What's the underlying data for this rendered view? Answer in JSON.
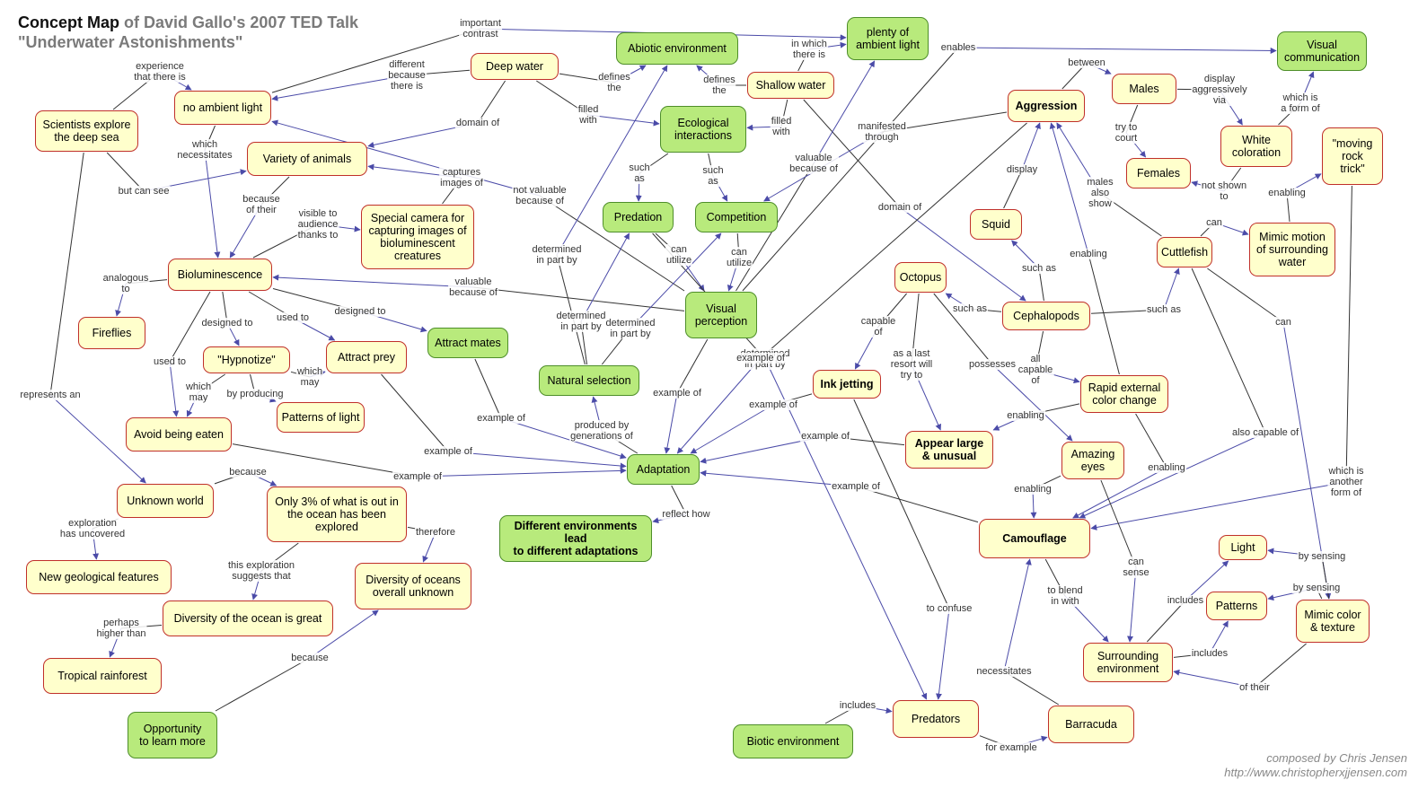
{
  "title": {
    "main": "Concept Map",
    "rest": " of David Gallo's 2007 TED Talk",
    "line2": "\"Underwater Astonishments\""
  },
  "credit": {
    "line1": "composed by Chris Jensen",
    "line2": "http://www.christopherxjjensen.com"
  },
  "colors": {
    "yellow_fill": "#ffffcc",
    "yellow_border": "#c0302a",
    "green_fill": "#b8ea7c",
    "green_border": "#4e8e2a",
    "line": "#333333",
    "arrow": "#4b4ba8"
  },
  "nodes": [
    {
      "id": "deepwater",
      "label": "Deep water",
      "style": "y"
    },
    {
      "id": "abiotic",
      "label": "Abiotic environment",
      "style": "g"
    },
    {
      "id": "plenty",
      "label": "plenty of\nambient light",
      "style": "g"
    },
    {
      "id": "shallow",
      "label": "Shallow water",
      "style": "y"
    },
    {
      "id": "visualcomm",
      "label": "Visual\ncommunication",
      "style": "g"
    },
    {
      "id": "noambient",
      "label": "no ambient light",
      "style": "y"
    },
    {
      "id": "scientists",
      "label": "Scientists explore\nthe deep sea",
      "style": "y"
    },
    {
      "id": "variety",
      "label": "Variety of animals",
      "style": "y"
    },
    {
      "id": "ecological",
      "label": "Ecological\ninteractions",
      "style": "g"
    },
    {
      "id": "aggression",
      "label": "Aggression",
      "style": "y",
      "bold": true
    },
    {
      "id": "males",
      "label": "Males",
      "style": "y"
    },
    {
      "id": "white",
      "label": "White\ncoloration",
      "style": "y"
    },
    {
      "id": "moving",
      "label": "\"moving\nrock\ntrick\"",
      "style": "y"
    },
    {
      "id": "females",
      "label": "Females",
      "style": "y"
    },
    {
      "id": "camera",
      "label": "Special camera for\ncapturing images of\nbioluminescent\ncreatures",
      "style": "y"
    },
    {
      "id": "predation",
      "label": "Predation",
      "style": "g"
    },
    {
      "id": "competition",
      "label": "Competition",
      "style": "g"
    },
    {
      "id": "squid",
      "label": "Squid",
      "style": "y"
    },
    {
      "id": "cuttlefish",
      "label": "Cuttlefish",
      "style": "y"
    },
    {
      "id": "mimicmotion",
      "label": "Mimic motion\nof surrounding\nwater",
      "style": "y"
    },
    {
      "id": "biolum",
      "label": "Bioluminescence",
      "style": "y"
    },
    {
      "id": "octopus",
      "label": "Octopus",
      "style": "y"
    },
    {
      "id": "fireflies",
      "label": "Fireflies",
      "style": "y"
    },
    {
      "id": "visualperc",
      "label": "Visual\nperception",
      "style": "g"
    },
    {
      "id": "cephalopods",
      "label": "Cephalopods",
      "style": "y"
    },
    {
      "id": "hypnotize",
      "label": "\"Hypnotize\"",
      "style": "y"
    },
    {
      "id": "attractprey",
      "label": "Attract prey",
      "style": "y"
    },
    {
      "id": "attractmates",
      "label": "Attract mates",
      "style": "g"
    },
    {
      "id": "natsel",
      "label": "Natural selection",
      "style": "g"
    },
    {
      "id": "inkjet",
      "label": "Ink jetting",
      "style": "y",
      "bold": true
    },
    {
      "id": "rapid",
      "label": "Rapid external\ncolor change",
      "style": "y"
    },
    {
      "id": "patterns",
      "label": "Patterns of light",
      "style": "y"
    },
    {
      "id": "avoid",
      "label": "Avoid being eaten",
      "style": "y"
    },
    {
      "id": "appear",
      "label": "Appear large\n& unusual",
      "style": "y",
      "bold": true
    },
    {
      "id": "amazingeyes",
      "label": "Amazing\neyes",
      "style": "y"
    },
    {
      "id": "adaptation",
      "label": "Adaptation",
      "style": "g"
    },
    {
      "id": "unknown",
      "label": "Unknown world",
      "style": "y"
    },
    {
      "id": "only3",
      "label": "Only 3% of what is out in\nthe ocean has been\nexplored",
      "style": "y"
    },
    {
      "id": "different",
      "label": "Different environments lead\nto different adaptations",
      "style": "g",
      "bold": true
    },
    {
      "id": "camouflage",
      "label": "Camouflage",
      "style": "y",
      "bold": true
    },
    {
      "id": "light",
      "label": "Light",
      "style": "y"
    },
    {
      "id": "newgeo",
      "label": "New geological features",
      "style": "y"
    },
    {
      "id": "diversityunk",
      "label": "Diversity of oceans\noverall unknown",
      "style": "y"
    },
    {
      "id": "patternsn",
      "label": "Patterns",
      "style": "y"
    },
    {
      "id": "mimiccolor",
      "label": "Mimic color\n& texture",
      "style": "y"
    },
    {
      "id": "diversitygreat",
      "label": "Diversity of the ocean is great",
      "style": "y"
    },
    {
      "id": "surrounding",
      "label": "Surrounding\nenvironment",
      "style": "y"
    },
    {
      "id": "tropical",
      "label": "Tropical rainforest",
      "style": "y"
    },
    {
      "id": "predators",
      "label": "Predators",
      "style": "y"
    },
    {
      "id": "barracuda",
      "label": "Barracuda",
      "style": "y"
    },
    {
      "id": "opportunity",
      "label": "Opportunity\nto learn more",
      "style": "g"
    },
    {
      "id": "biotic",
      "label": "Biotic environment",
      "style": "g"
    }
  ],
  "links": [
    {
      "from": "scientists",
      "to": "noambient",
      "label": "experience\nthat there is"
    },
    {
      "from": "scientists",
      "to": "variety",
      "label": "but can see"
    },
    {
      "from": "scientists",
      "to": "unknown",
      "label": "represents an"
    },
    {
      "from": "deepwater",
      "to": "noambient",
      "label": "different\nbecause\nthere is"
    },
    {
      "from": "deepwater",
      "to": "abiotic",
      "label": "defines\nthe"
    },
    {
      "from": "deepwater",
      "to": "ecological",
      "label": "filled\nwith"
    },
    {
      "from": "deepwater",
      "to": "variety",
      "label": "domain of"
    },
    {
      "from": "noambient",
      "to": "plenty",
      "label": "important\ncontrast"
    },
    {
      "from": "noambient",
      "to": "biolum",
      "label": "which\nnecessitates"
    },
    {
      "from": "shallow",
      "to": "plenty",
      "label": "in which\nthere is"
    },
    {
      "from": "shallow",
      "to": "abiotic",
      "label": "defines\nthe"
    },
    {
      "from": "shallow",
      "to": "ecological",
      "label": "filled\nwith"
    },
    {
      "from": "shallow",
      "to": "cephalopods",
      "label": "domain of"
    },
    {
      "from": "camera",
      "to": "variety",
      "label": "captures\nimages of"
    },
    {
      "from": "variety",
      "to": "biolum",
      "label": "because\nof their"
    },
    {
      "from": "biolum",
      "to": "camera",
      "label": "visible to\naudience\nthanks to"
    },
    {
      "from": "biolum",
      "to": "fireflies",
      "label": "analogous\nto"
    },
    {
      "from": "biolum",
      "to": "hypnotize",
      "label": "designed to"
    },
    {
      "from": "biolum",
      "to": "attractprey",
      "label": "used to"
    },
    {
      "from": "biolum",
      "to": "attractmates",
      "label": "designed to"
    },
    {
      "from": "biolum",
      "to": "avoid",
      "label": "used to"
    },
    {
      "from": "hypnotize",
      "to": "attractprey",
      "label": "which\nmay"
    },
    {
      "from": "hypnotize",
      "to": "avoid",
      "label": "which\nmay"
    },
    {
      "from": "hypnotize",
      "to": "patterns",
      "label": "by producing"
    },
    {
      "from": "ecological",
      "to": "predation",
      "label": "such\nas"
    },
    {
      "from": "ecological",
      "to": "competition",
      "label": "such\nas"
    },
    {
      "from": "predation",
      "to": "visualperc",
      "label": "can\nutilize"
    },
    {
      "from": "competition",
      "to": "visualperc",
      "label": "can\nutilize"
    },
    {
      "from": "predation",
      "to": "predators",
      "label": "determined\nin part by"
    },
    {
      "from": "visualperc",
      "to": "noambient",
      "label": "not valuable\nbecause of"
    },
    {
      "from": "visualperc",
      "to": "plenty",
      "label": "valuable\nbecause of"
    },
    {
      "from": "visualperc",
      "to": "biolum",
      "label": "valuable\nbecause of"
    },
    {
      "from": "visualperc",
      "to": "visualcomm",
      "label": "enables"
    },
    {
      "from": "visualperc",
      "to": "adaptation",
      "label": "example of"
    },
    {
      "from": "natsel",
      "to": "abiotic",
      "label": "determined\nin part by"
    },
    {
      "from": "natsel",
      "to": "predation",
      "label": "determined\nin part by"
    },
    {
      "from": "natsel",
      "to": "competition",
      "label": "determined\nin part by"
    },
    {
      "from": "adaptation",
      "to": "natsel",
      "label": "produced by\ngenerations of"
    },
    {
      "from": "adaptation",
      "to": "different",
      "label": "reflect how"
    },
    {
      "from": "attractmates",
      "to": "adaptation",
      "label": "example of"
    },
    {
      "from": "attractprey",
      "to": "adaptation",
      "label": "example of"
    },
    {
      "from": "avoid",
      "to": "adaptation",
      "label": "example of"
    },
    {
      "from": "inkjet",
      "to": "adaptation",
      "label": "example of"
    },
    {
      "from": "appear",
      "to": "adaptation",
      "label": "example of"
    },
    {
      "from": "camouflage",
      "to": "adaptation",
      "label": "example of"
    },
    {
      "from": "aggression",
      "to": "adaptation",
      "label": "example of"
    },
    {
      "from": "aggression",
      "to": "competition",
      "label": "manifested\nthrough"
    },
    {
      "from": "aggression",
      "to": "males",
      "label": "between"
    },
    {
      "from": "squid",
      "to": "aggression",
      "label": "display"
    },
    {
      "from": "cuttlefish",
      "to": "aggression",
      "label": "males\nalso\nshow"
    },
    {
      "from": "rapid",
      "to": "aggression",
      "label": "enabling"
    },
    {
      "from": "males",
      "to": "white",
      "label": "display\naggressively\nvia"
    },
    {
      "from": "males",
      "to": "females",
      "label": "try to\ncourt"
    },
    {
      "from": "white",
      "to": "visualcomm",
      "label": "which is\na form of"
    },
    {
      "from": "white",
      "to": "females",
      "label": "not shown\nto"
    },
    {
      "from": "mimicmotion",
      "to": "moving",
      "label": "enabling"
    },
    {
      "from": "cuttlefish",
      "to": "mimicmotion",
      "label": "can"
    },
    {
      "from": "cuttlefish",
      "to": "mimiccolor",
      "label": "can"
    },
    {
      "from": "cuttlefish",
      "to": "camouflage",
      "label": "also capable of"
    },
    {
      "from": "moving",
      "to": "camouflage",
      "label": "which is\nanother\nform of"
    },
    {
      "from": "cephalopods",
      "to": "squid",
      "label": "such as"
    },
    {
      "from": "cephalopods",
      "to": "octopus",
      "label": "such as"
    },
    {
      "from": "cephalopods",
      "to": "cuttlefish",
      "label": "such as"
    },
    {
      "from": "cephalopods",
      "to": "rapid",
      "label": "all\ncapable\nof"
    },
    {
      "from": "octopus",
      "to": "inkjet",
      "label": "capable\nof"
    },
    {
      "from": "octopus",
      "to": "appear",
      "label": "as a last\nresort will\ntry to"
    },
    {
      "from": "octopus",
      "to": "amazingeyes",
      "label": "possesses"
    },
    {
      "from": "rapid",
      "to": "appear",
      "label": "enabling"
    },
    {
      "from": "rapid",
      "to": "camouflage",
      "label": "enabling"
    },
    {
      "from": "amazingeyes",
      "to": "camouflage",
      "label": "enabling"
    },
    {
      "from": "amazingeyes",
      "to": "surrounding",
      "label": "can\nsense"
    },
    {
      "from": "inkjet",
      "to": "predators",
      "label": "to confuse"
    },
    {
      "from": "camouflage",
      "to": "surrounding",
      "label": "to blend\nin with"
    },
    {
      "from": "surrounding",
      "to": "light",
      "label": "includes"
    },
    {
      "from": "surrounding",
      "to": "patternsn",
      "label": "includes"
    },
    {
      "from": "mimiccolor",
      "to": "light",
      "label": "by sensing"
    },
    {
      "from": "mimiccolor",
      "to": "patternsn",
      "label": "by sensing"
    },
    {
      "from": "mimiccolor",
      "to": "surrounding",
      "label": "of their"
    },
    {
      "from": "barracuda",
      "to": "camouflage",
      "label": "necessitates"
    },
    {
      "from": "biotic",
      "to": "predators",
      "label": "includes"
    },
    {
      "from": "predators",
      "to": "barracuda",
      "label": "for example"
    },
    {
      "from": "unknown",
      "to": "only3",
      "label": "because"
    },
    {
      "from": "unknown",
      "to": "newgeo",
      "label": "exploration\nhas uncovered"
    },
    {
      "from": "only3",
      "to": "diversitygreat",
      "label": "this exploration\nsuggests that"
    },
    {
      "from": "only3",
      "to": "diversityunk",
      "label": "therefore"
    },
    {
      "from": "diversitygreat",
      "to": "tropical",
      "label": "perhaps\nhigher than"
    },
    {
      "from": "opportunity",
      "to": "diversityunk",
      "label": "because"
    }
  ]
}
